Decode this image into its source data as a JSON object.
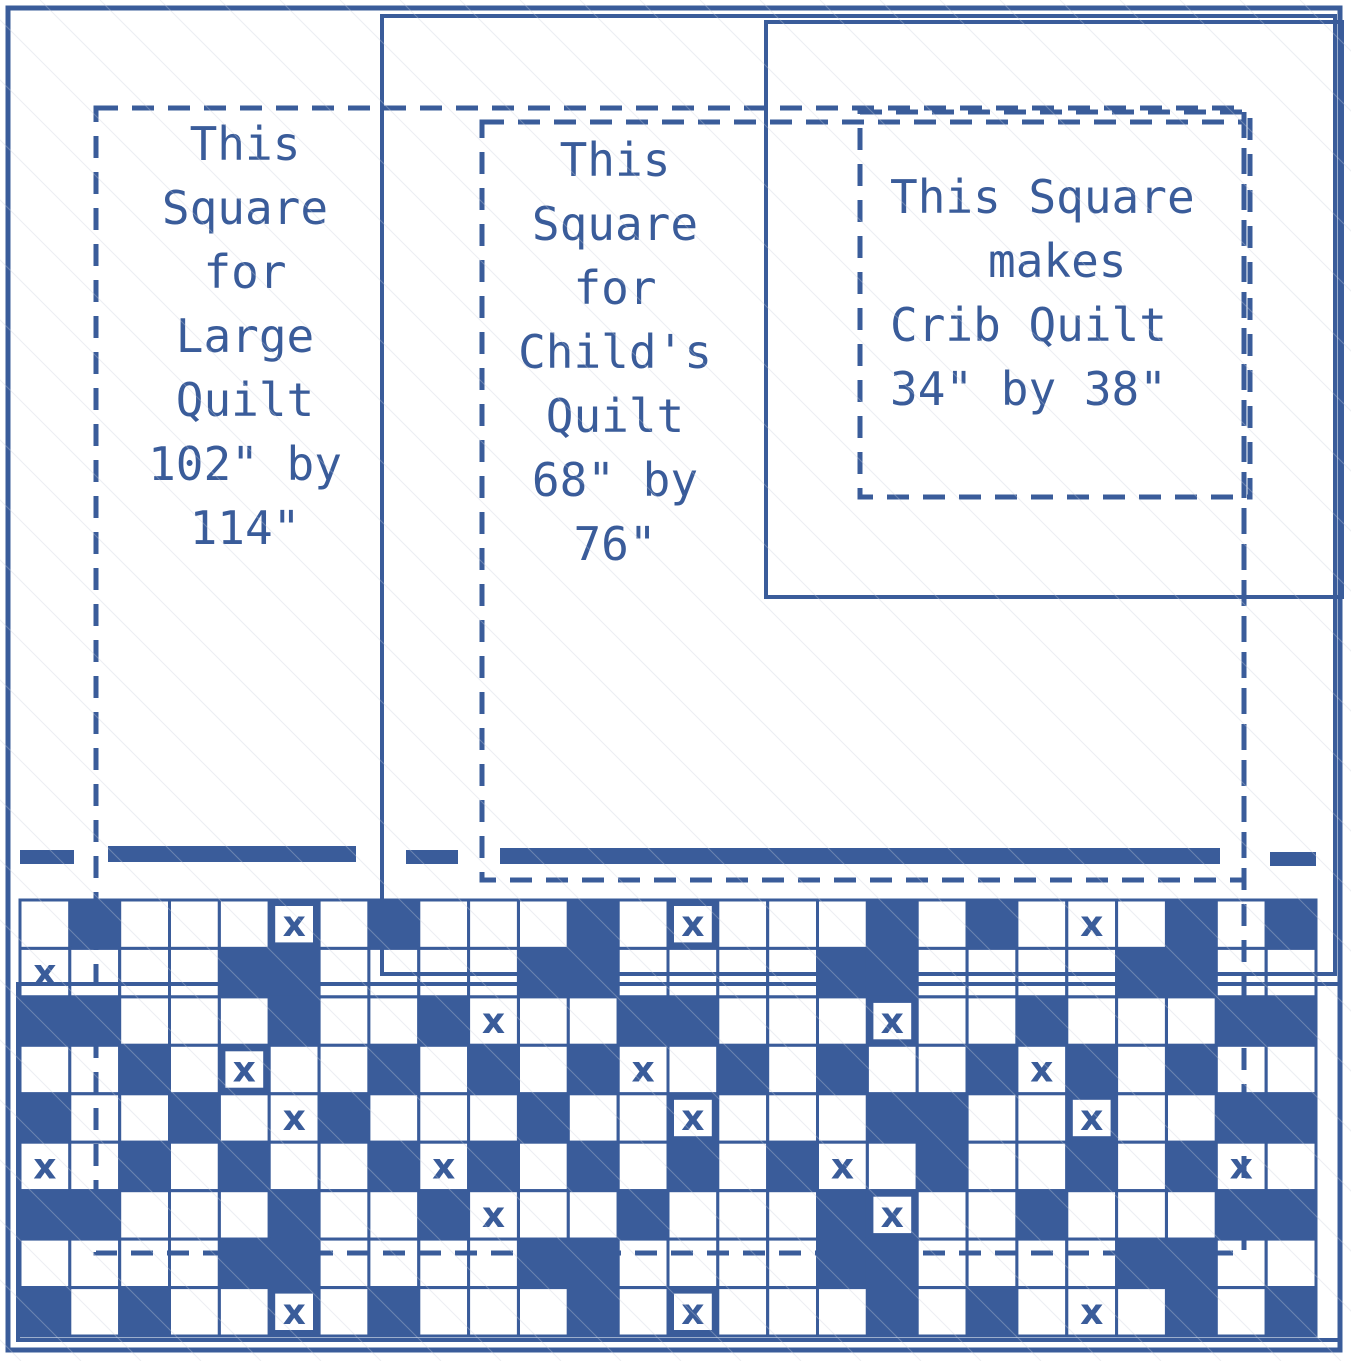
{
  "colors": {
    "ink": "#3a5c9a",
    "paper": "#ffffff",
    "hatch": "#c9cfdb"
  },
  "labels": {
    "large": [
      "This",
      "Square",
      "for",
      "Large",
      "Quilt",
      "102\" by",
      "114\""
    ],
    "child": [
      "This",
      "Square",
      "for",
      "Child's",
      "Quilt",
      "68\" by",
      "76\""
    ],
    "crib": [
      "This Square",
      "makes",
      "Crib Quilt",
      "34\" by 38\""
    ]
  },
  "grid": {
    "cols": 26,
    "rows": 9,
    "mark_symbol": "x",
    "filled": [
      [
        0,
        1,
        0,
        0,
        0,
        1,
        0,
        1,
        0,
        0,
        0,
        1,
        0,
        1,
        0,
        0,
        0,
        1,
        0,
        1,
        0,
        0,
        0,
        1,
        0,
        1
      ],
      [
        0,
        0,
        0,
        0,
        1,
        1,
        0,
        0,
        0,
        0,
        1,
        1,
        0,
        0,
        0,
        0,
        1,
        1,
        0,
        0,
        0,
        0,
        1,
        1,
        0,
        0
      ],
      [
        1,
        1,
        0,
        0,
        0,
        1,
        0,
        0,
        1,
        0,
        0,
        0,
        1,
        1,
        0,
        0,
        0,
        1,
        0,
        0,
        1,
        0,
        0,
        0,
        1,
        1
      ],
      [
        0,
        0,
        1,
        0,
        1,
        0,
        0,
        1,
        0,
        1,
        0,
        1,
        0,
        0,
        1,
        0,
        1,
        0,
        0,
        1,
        0,
        1,
        0,
        1,
        0,
        0
      ],
      [
        1,
        0,
        0,
        1,
        0,
        0,
        1,
        0,
        0,
        0,
        1,
        0,
        0,
        1,
        0,
        0,
        0,
        1,
        1,
        0,
        0,
        1,
        0,
        0,
        1,
        1
      ],
      [
        0,
        0,
        1,
        0,
        1,
        0,
        0,
        1,
        0,
        1,
        0,
        1,
        0,
        1,
        0,
        1,
        0,
        0,
        1,
        0,
        0,
        1,
        0,
        1,
        0,
        0
      ],
      [
        1,
        1,
        0,
        0,
        0,
        1,
        0,
        0,
        1,
        0,
        0,
        0,
        1,
        0,
        0,
        0,
        1,
        1,
        0,
        0,
        1,
        0,
        0,
        0,
        1,
        1
      ],
      [
        0,
        0,
        0,
        0,
        1,
        1,
        0,
        0,
        0,
        0,
        1,
        1,
        0,
        0,
        0,
        0,
        1,
        1,
        0,
        0,
        0,
        0,
        1,
        1,
        0,
        0
      ],
      [
        1,
        0,
        1,
        0,
        0,
        1,
        0,
        1,
        0,
        0,
        0,
        1,
        0,
        1,
        0,
        0,
        0,
        1,
        0,
        1,
        0,
        0,
        0,
        1,
        0,
        1
      ]
    ],
    "marks": [
      [
        0,
        5
      ],
      [
        0,
        13
      ],
      [
        0,
        21
      ],
      [
        1,
        0
      ],
      [
        2,
        9
      ],
      [
        2,
        17
      ],
      [
        3,
        4
      ],
      [
        3,
        12
      ],
      [
        3,
        20
      ],
      [
        4,
        5
      ],
      [
        4,
        13
      ],
      [
        4,
        21
      ],
      [
        5,
        0
      ],
      [
        5,
        8
      ],
      [
        5,
        16
      ],
      [
        5,
        24
      ],
      [
        6,
        9
      ],
      [
        6,
        17
      ],
      [
        8,
        5
      ],
      [
        8,
        13
      ],
      [
        8,
        21
      ]
    ]
  }
}
